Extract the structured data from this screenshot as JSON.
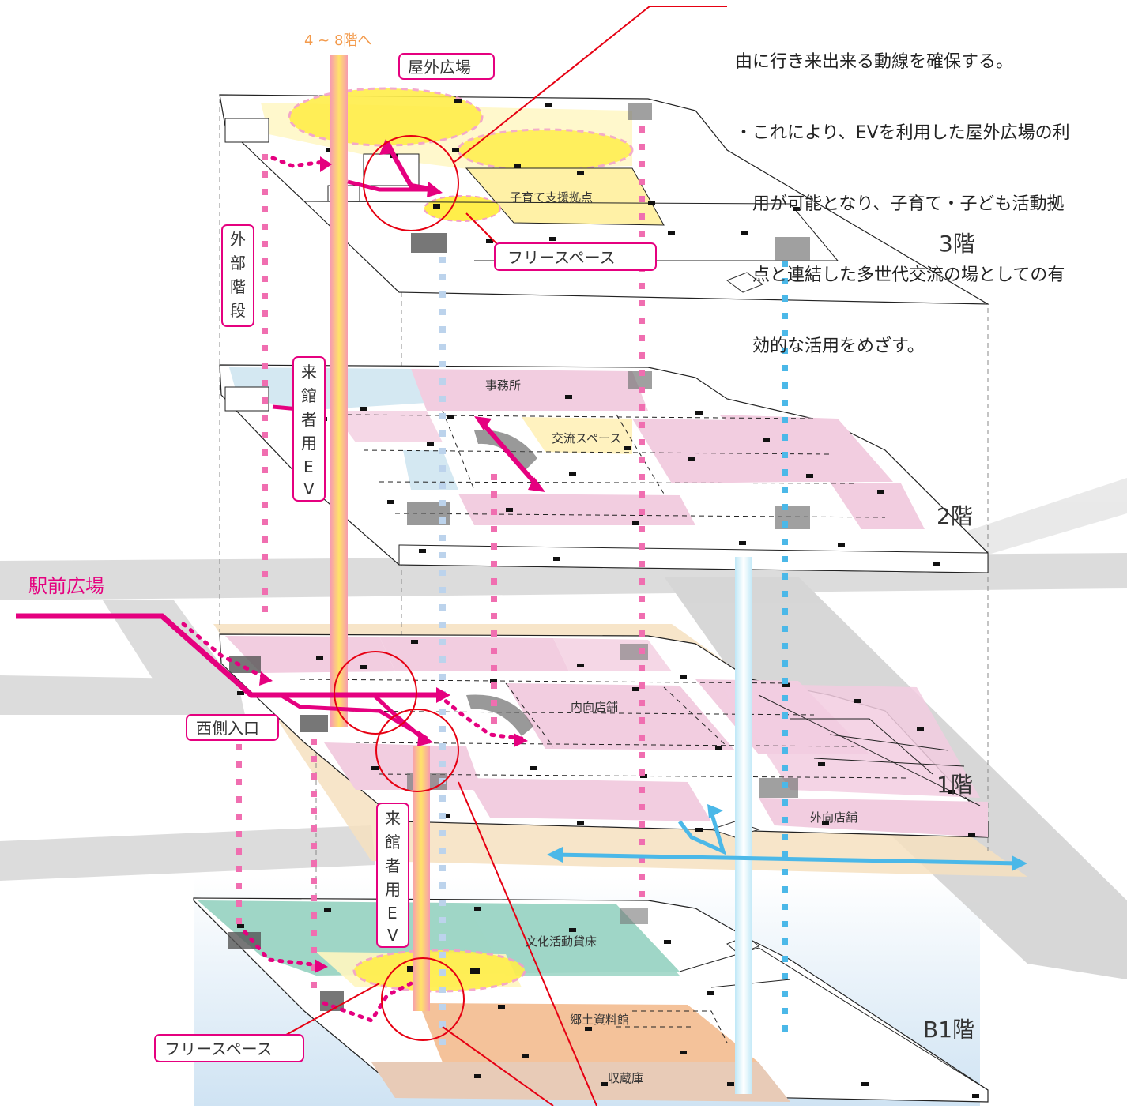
{
  "note": {
    "lines": [
      "由に行き来出来る動線を確保する。",
      "・これにより、EVを利用した屋外広場の利",
      "　用が可能となり、子育て・子ども活動拠",
      "　点と連結した多世代交流の場としての有",
      "　効的な活用をめざす。"
    ]
  },
  "floors": {
    "f3": "3階",
    "f2": "2階",
    "f1": "1階",
    "b1": "B1階"
  },
  "labels": {
    "to_upper": "4 ~ 8階へ",
    "outdoor_plaza": "屋外広場",
    "childcare": "子育て支援拠点",
    "free_space_top": "フリースペース",
    "free_space_bottom": "フリースペース",
    "office": "事務所",
    "exchange": "交流スペース",
    "station_plaza": "駅前広場",
    "west_entrance": "西側入口",
    "inner_shops": "内向店舗",
    "outer_shops": "外向店舗",
    "culture_rental": "文化活動貸床",
    "local_museum": "郷土資料館",
    "storage": "収蔵庫",
    "ext_stairs": [
      "外",
      "部",
      "階",
      "段"
    ],
    "ev_upper": [
      "来",
      "館",
      "者",
      "用",
      "E",
      "V"
    ],
    "ev_lower": [
      "来",
      "館",
      "者",
      "用",
      "E",
      "V"
    ]
  },
  "colors": {
    "magenta": "#e5007f",
    "pink_dash": "#f06eb0",
    "blue_dash": "#bcd3ec",
    "cyan": "#4bb8e8",
    "yellow": "#ffef4a",
    "pink_room": "#f2cde0",
    "light_blue_room": "#d4e8f2",
    "teal_room": "#9fd6c6",
    "orange_room": "#f4c29a",
    "tan_room": "#e8cbb7",
    "beige_band": "#f6e0c0",
    "road_gray": "#d8d8d8",
    "red": "#e60012"
  }
}
